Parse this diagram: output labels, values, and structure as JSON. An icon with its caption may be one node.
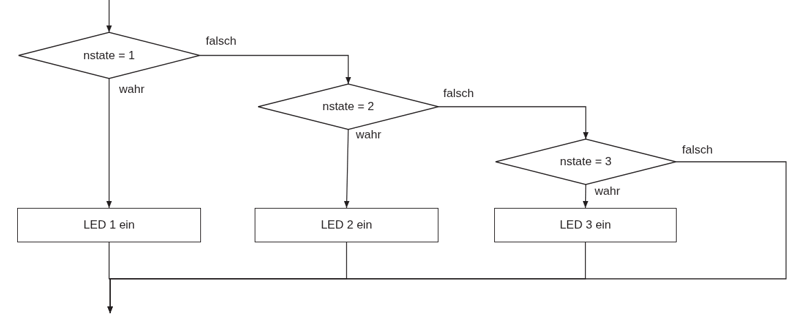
{
  "diagram": {
    "nodes": [
      {
        "text": [
          "nstate = 1"
        ]
      },
      {
        "text": [
          "nstate = 2"
        ]
      },
      {
        "text": [
          "nstate = 3"
        ]
      },
      {
        "text": [
          "LED 1 ein"
        ]
      },
      {
        "text": [
          "LED 2 ein"
        ]
      },
      {
        "text": [
          "LED 3 ein"
        ]
      }
    ],
    "edges": [
      {
        "from": null,
        "to": 0,
        "arrow": "to"
      },
      {
        "from": 0,
        "to": 1,
        "label": "falsch",
        "arrow": "to"
      },
      {
        "from": 0,
        "to": 3,
        "label": "wahr",
        "arrow": "to"
      },
      {
        "from": 1,
        "to": 2,
        "label": "falsch",
        "arrow": "to"
      },
      {
        "from": 1,
        "to": 4,
        "label": "wahr",
        "arrow": "to"
      },
      {
        "from": 2,
        "to": 5,
        "label": "wahr",
        "arrow": "to"
      },
      {
        "from": 2,
        "to": null,
        "label": "falsch",
        "arrow": "to"
      },
      {
        "from": 3,
        "to": null,
        "arrow": "to"
      },
      {
        "from": 4,
        "to": null,
        "arrow": "to"
      },
      {
        "from": 5,
        "to": null,
        "arrow": "to"
      }
    ]
  }
}
